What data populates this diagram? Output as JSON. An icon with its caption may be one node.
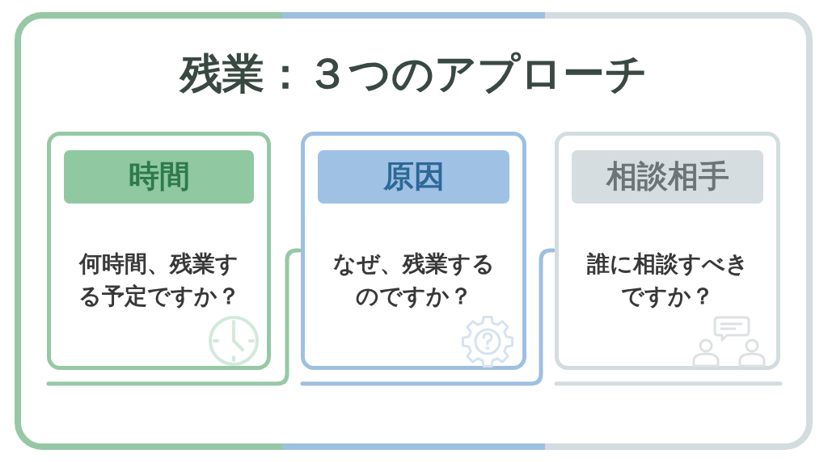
{
  "diagram": {
    "title": "残業：３つのアプローチ",
    "nodes": [
      {
        "text": [
          "何時間、残業する予定ですか？"
        ]
      },
      {
        "text": [
          "時間"
        ],
        "in": 0
      },
      {
        "text": [
          "なぜ、残業するのですか？"
        ]
      },
      {
        "text": [
          "原因"
        ],
        "in": 2
      },
      {
        "text": [
          "誰に相談すべきですか？"
        ]
      },
      {
        "text": [
          "相談相手"
        ],
        "in": 4
      }
    ],
    "edges": [
      {
        "from": 0,
        "to": 2,
        "arrow": "none",
        "color": "#96c8a6"
      },
      {
        "from": 2,
        "to": 4,
        "arrow": "none",
        "color": "#9ec0e0"
      }
    ]
  }
}
